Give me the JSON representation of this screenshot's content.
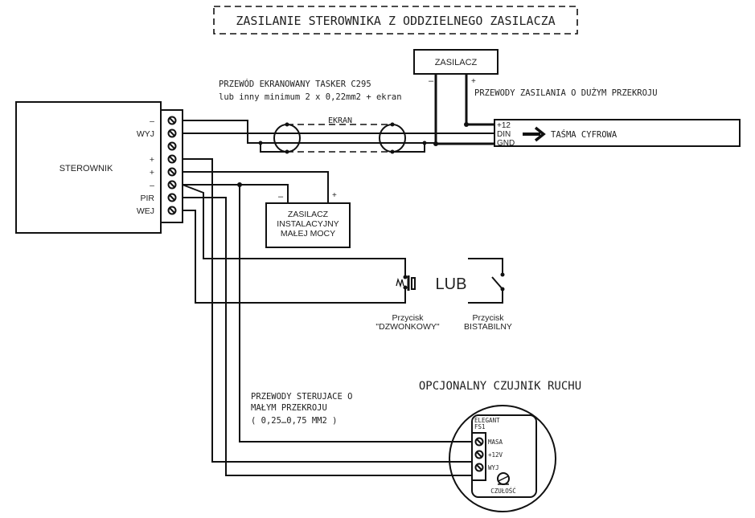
{
  "title": "ZASILANIE STEROWNIKA Z ODDZIELNEGO ZASILACZA",
  "controller": {
    "label": "STEROWNIK",
    "terminals": [
      "–",
      "WYJ",
      "",
      "+",
      "+",
      "–",
      "PIR",
      "WEJ"
    ]
  },
  "cable_note": {
    "line1": "PRZEWÓD EKRANOWANY TASKER C295",
    "line2": "lub inny minimum 2 x 0,22mm2 + ekran"
  },
  "shield_label": "EKRAN",
  "psu": {
    "label": "ZASILACZ",
    "minus": "–",
    "plus": "+"
  },
  "power_wires_note": "PRZEWODY ZASILANIA O DUŻYM PRZEKROJU",
  "strip": {
    "pins": [
      "+12",
      "DIN",
      "GND"
    ],
    "label": "TAŚMA CYFROWA"
  },
  "small_psu": {
    "line1": "ZASILACZ",
    "line2": "INSTALACYJNY",
    "line3": "MAŁEJ MOCY",
    "minus": "–",
    "plus": "+"
  },
  "or_label": "LUB",
  "button_bell": {
    "line1": "Przycisk",
    "line2": "\"DZWONKOWY\""
  },
  "button_bistable": {
    "line1": "Przycisk",
    "line2": "BISTABILNY"
  },
  "control_wires_note": {
    "line1": "PRZEWODY STERUJACE O",
    "line2": "MAŁYM PRZEKROJU",
    "line3": "( 0,25…0,75 MM2 )"
  },
  "sensor": {
    "title": "OPCJONALNY CZUJNIK RUCHU",
    "model_line1": "ELEGANT",
    "model_line2": "FS1",
    "terminals": [
      "MASA",
      "+12V",
      "WYJ"
    ],
    "knob_label": "CZUŁOŚĆ"
  }
}
